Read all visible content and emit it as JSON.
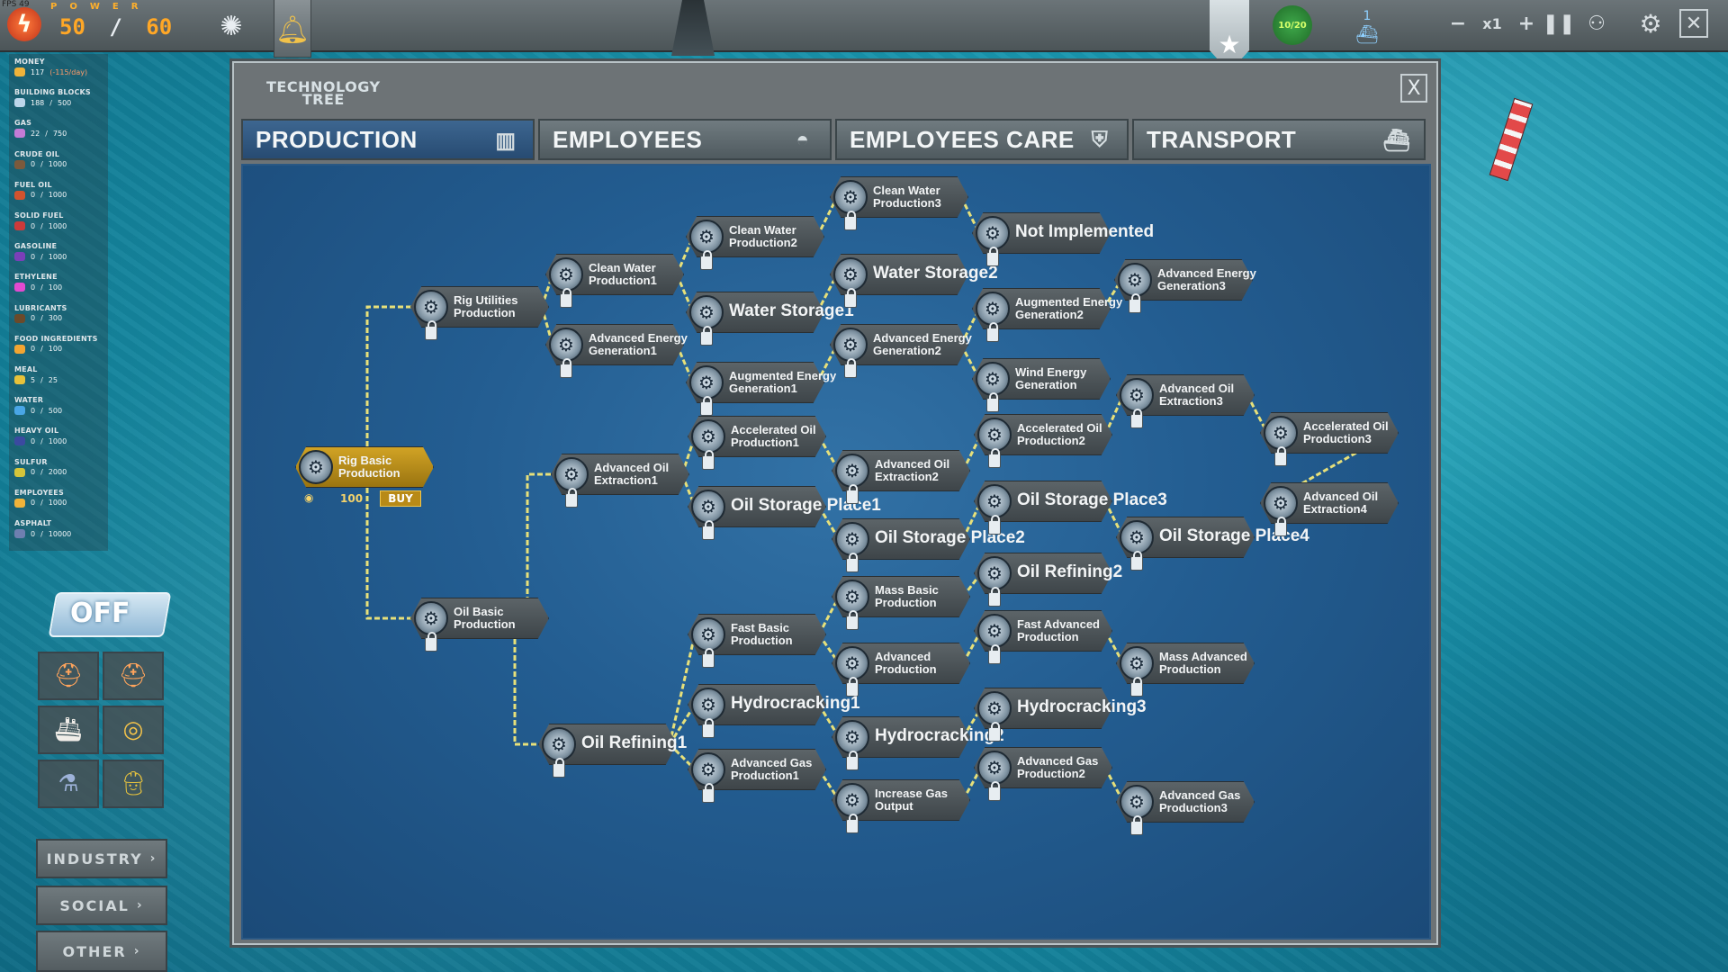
{
  "hud": {
    "fps": "FPS 49",
    "power_label": "POWER",
    "power_current": "50",
    "power_separator": "/",
    "power_max": "60",
    "level_text": "10/20",
    "ships_count": "1",
    "speed": "x1",
    "icons": [
      "lightning-icon",
      "clock-icon",
      "bell-icon",
      "star-icon",
      "level-badge-icon",
      "ships-icon",
      "minus-icon",
      "plus-icon",
      "pause-icon",
      "people-icon",
      "gear-icon",
      "close-icon"
    ]
  },
  "resources": [
    {
      "label": "MONEY",
      "value": "117",
      "extra": "(-115/day)",
      "color": "#f0b33a"
    },
    {
      "label": "BUILDING BLOCKS",
      "value": "188",
      "sep": "/",
      "max": "500",
      "color": "#bcd6ea"
    },
    {
      "label": "GAS",
      "value": "22",
      "sep": "/",
      "max": "750",
      "color": "#c47bd6"
    },
    {
      "label": "CRUDE OIL",
      "value": "0",
      "sep": "/",
      "max": "1000",
      "color": "#7b5a3c"
    },
    {
      "label": "FUEL OIL",
      "value": "0",
      "sep": "/",
      "max": "1000",
      "color": "#d2532e"
    },
    {
      "label": "SOLID FUEL",
      "value": "0",
      "sep": "/",
      "max": "1000",
      "color": "#cc3a3a"
    },
    {
      "label": "GASOLINE",
      "value": "0",
      "sep": "/",
      "max": "1000",
      "color": "#7a3fb8"
    },
    {
      "label": "ETHYLENE",
      "value": "0",
      "sep": "/",
      "max": "100",
      "color": "#e24ad0"
    },
    {
      "label": "LUBRICANTS",
      "value": "0",
      "sep": "/",
      "max": "300",
      "color": "#6b4a2a"
    },
    {
      "label": "FOOD INGREDIENTS",
      "value": "0",
      "sep": "/",
      "max": "100",
      "color": "#f3a532"
    },
    {
      "label": "MEAL",
      "value": "5",
      "sep": "/",
      "max": "25",
      "color": "#e7c23a"
    },
    {
      "label": "WATER",
      "value": "0",
      "sep": "/",
      "max": "500",
      "color": "#49a6e6"
    },
    {
      "label": "HEAVY OIL",
      "value": "0",
      "sep": "/",
      "max": "1000",
      "color": "#3b4aa0"
    },
    {
      "label": "SULFUR",
      "value": "0",
      "sep": "/",
      "max": "2000",
      "color": "#d4c53a"
    },
    {
      "label": "EMPLOYEES",
      "value": "0",
      "sep": "/",
      "max": "1000",
      "color": "#f0b33a"
    },
    {
      "label": "ASPHALT",
      "value": "0",
      "sep": "/",
      "max": "10000",
      "color": "#6e7fb0"
    }
  ],
  "toggle": {
    "label": "OFF"
  },
  "side_menu": [
    {
      "label": "INDUSTRY",
      "chevron": "›"
    },
    {
      "label": "SOCIAL",
      "chevron": "›"
    },
    {
      "label": "OTHER",
      "chevron": "›"
    }
  ],
  "dialog": {
    "title_line1": "TECHNOLOGY",
    "title_line2": "TREE",
    "close_label": "X",
    "tabs": [
      {
        "label": "PRODUCTION",
        "icon": "barrel-icon",
        "active": true
      },
      {
        "label": "EMPLOYEES",
        "icon": "helmet-icon",
        "active": false
      },
      {
        "label": "EMPLOYEES CARE",
        "icon": "medkit-icon",
        "active": false
      },
      {
        "label": "TRANSPORT",
        "icon": "ship-icon",
        "active": false
      }
    ]
  },
  "tech_tree": {
    "root": {
      "label_line1": "Rig Basic",
      "label_line2": "Production",
      "price": "100",
      "buy_label": "BUY"
    },
    "nodes": [
      {
        "id": "rig-utilities",
        "line1": "Rig Utilities",
        "line2": "Production"
      },
      {
        "id": "oil-basic",
        "line1": "Oil Basic",
        "line2": "Production"
      },
      {
        "id": "clean-water-1",
        "line1": "Clean Water",
        "line2": "Production1"
      },
      {
        "id": "adv-energy-1",
        "line1": "Advanced Energy",
        "line2": "Generation1"
      },
      {
        "id": "clean-water-2",
        "line1": "Clean Water",
        "line2": "Production2"
      },
      {
        "id": "water-storage-1",
        "line1": "Water Storage1",
        "line2": ""
      },
      {
        "id": "aug-energy-1",
        "line1": "Augmented Energy",
        "line2": "Generation1"
      },
      {
        "id": "clean-water-3",
        "line1": "Clean Water",
        "line2": "Production3"
      },
      {
        "id": "water-storage-2",
        "line1": "Water Storage2",
        "line2": ""
      },
      {
        "id": "adv-energy-2",
        "line1": "Advanced Energy",
        "line2": "Generation2"
      },
      {
        "id": "not-implemented",
        "line1": "Not Implemented",
        "line2": ""
      },
      {
        "id": "aug-energy-2",
        "line1": "Augmented Energy",
        "line2": "Generation2"
      },
      {
        "id": "wind-energy",
        "line1": "Wind Energy",
        "line2": "Generation"
      },
      {
        "id": "adv-energy-3",
        "line1": "Advanced Energy",
        "line2": "Generation3"
      },
      {
        "id": "adv-oil-ext-1",
        "line1": "Advanced Oil",
        "line2": "Extraction1"
      },
      {
        "id": "acc-oil-1",
        "line1": "Accelerated Oil",
        "line2": "Production1"
      },
      {
        "id": "oil-storage-1",
        "line1": "Oil Storage Place1",
        "line2": ""
      },
      {
        "id": "adv-oil-ext-2",
        "line1": "Advanced Oil",
        "line2": "Extraction2"
      },
      {
        "id": "oil-storage-2",
        "line1": "Oil Storage Place2",
        "line2": ""
      },
      {
        "id": "acc-oil-2",
        "line1": "Accelerated Oil",
        "line2": "Production2"
      },
      {
        "id": "oil-storage-3",
        "line1": "Oil Storage Place3",
        "line2": ""
      },
      {
        "id": "adv-oil-ext-3",
        "line1": "Advanced Oil",
        "line2": "Extraction3"
      },
      {
        "id": "oil-storage-4",
        "line1": "Oil Storage Place4",
        "line2": ""
      },
      {
        "id": "acc-oil-3",
        "line1": "Accelerated Oil",
        "line2": "Production3"
      },
      {
        "id": "adv-oil-ext-4",
        "line1": "Advanced Oil",
        "line2": "Extraction4"
      },
      {
        "id": "oil-refining-1",
        "line1": "Oil Refining1",
        "line2": ""
      },
      {
        "id": "oil-refining-2",
        "line1": "Oil Refining2",
        "line2": ""
      },
      {
        "id": "fast-basic",
        "line1": "Fast Basic",
        "line2": "Production"
      },
      {
        "id": "mass-basic",
        "line1": "Mass Basic",
        "line2": "Production"
      },
      {
        "id": "adv-production",
        "line1": "Advanced",
        "line2": "Production"
      },
      {
        "id": "fast-advanced",
        "line1": "Fast Advanced",
        "line2": "Production"
      },
      {
        "id": "mass-advanced",
        "line1": "Mass Advanced",
        "line2": "Production"
      },
      {
        "id": "hydrocracking-1",
        "line1": "Hydrocracking1",
        "line2": ""
      },
      {
        "id": "hydrocracking-2",
        "line1": "Hydrocracking2",
        "line2": ""
      },
      {
        "id": "hydrocracking-3",
        "line1": "Hydrocracking3",
        "line2": ""
      },
      {
        "id": "adv-gas-1",
        "line1": "Advanced Gas",
        "line2": "Production1"
      },
      {
        "id": "increase-gas",
        "line1": "Increase Gas",
        "line2": "Output"
      },
      {
        "id": "adv-gas-2",
        "line1": "Advanced Gas",
        "line2": "Production2"
      },
      {
        "id": "adv-gas-3",
        "line1": "Advanced Gas",
        "line2": "Production3"
      }
    ]
  }
}
